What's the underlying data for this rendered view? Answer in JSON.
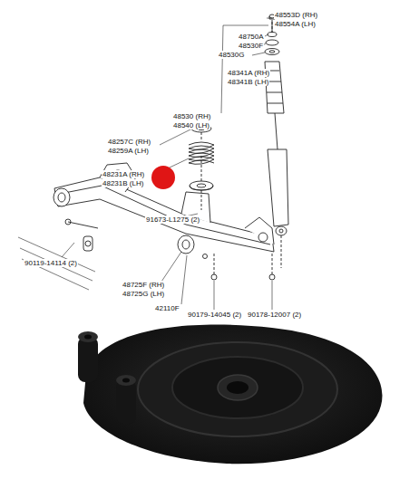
{
  "diagram": {
    "labels": [
      "48553D (RH)",
      "48554A (LH)",
      "48750A",
      "48530F",
      "48530G",
      "48341A (RH)",
      "48341B (LH)",
      "48530 (RH)",
      "48540 (LH)",
      "48257C (RH)",
      "48259A (LH)",
      "48231A (RH)",
      "48231B (LH)",
      "91673-L1275 (2)",
      "90119-14114 (2)",
      "48725F (RH)",
      "48725G (LH)",
      "42110F",
      "90179-14045 (2)",
      "90178-12007 (2)"
    ]
  }
}
